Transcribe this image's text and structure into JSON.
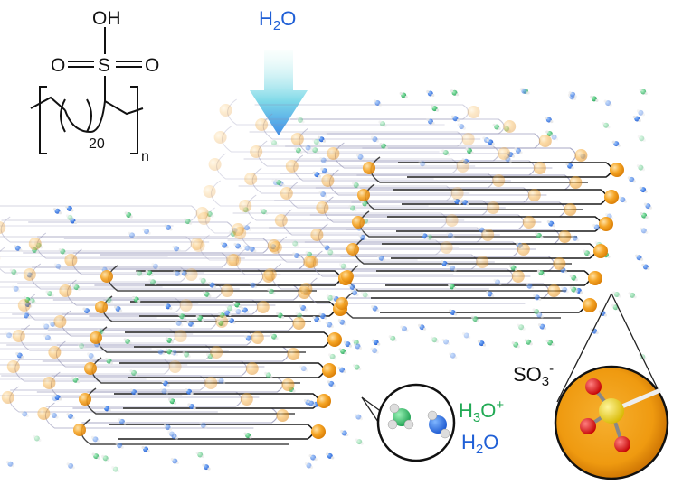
{
  "structure": {
    "oh": "OH",
    "o_left": "O",
    "s": "S",
    "o_right": "O",
    "sub20": "20",
    "subn": "n"
  },
  "arrow": {
    "label": "H",
    "label_sub": "2",
    "label_tail": "O"
  },
  "legend": {
    "hydronium": "H",
    "hydronium_sub": "3",
    "hydronium_tail": "O",
    "hydronium_sup": "+",
    "water": "H",
    "water_sub": "2",
    "water_tail": "O"
  },
  "sulfonate": {
    "label": "SO",
    "label_sub": "3",
    "label_sup": "-"
  },
  "colors": {
    "water_blue": "#1f5fd6",
    "hydronium_green": "#22aa55",
    "sulfonate_orange": "#f3a020",
    "chain_dark": "#222222",
    "chain_light": "#8a8ab0"
  }
}
